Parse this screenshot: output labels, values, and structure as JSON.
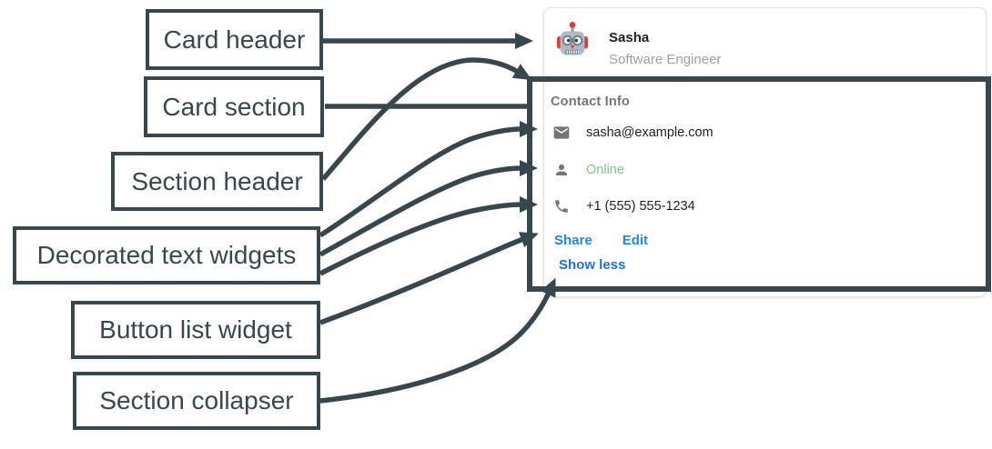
{
  "labels": [
    "Card header",
    "Card section",
    "Section header",
    "Decorated text widgets",
    "Button list widget",
    "Section collapser"
  ],
  "card": {
    "header": {
      "name": "Sasha",
      "role": "Software Engineer",
      "avatar_icon": "robot-avatar"
    },
    "section": {
      "title": "Contact Info",
      "rows": [
        {
          "icon": "mail-icon",
          "text": "sasha@example.com"
        },
        {
          "icon": "person-icon",
          "text": "Online"
        },
        {
          "icon": "phone-icon",
          "text": "+1 (555) 555-1234"
        }
      ],
      "buttons": [
        {
          "label": "Share"
        },
        {
          "label": "Edit"
        }
      ],
      "collapser_label": "Show less"
    }
  },
  "colors": {
    "annotation_dark": "#37474F",
    "link_blue": "#1e88e5",
    "collapser_blue": "#1a73e8",
    "online_green": "#81c784",
    "muted_gray": "#9aa0a6",
    "icon_gray": "#757575",
    "card_border": "#e2e2e6",
    "avatar_red": "#e53935",
    "avatar_gray": "#a9bcc6"
  }
}
